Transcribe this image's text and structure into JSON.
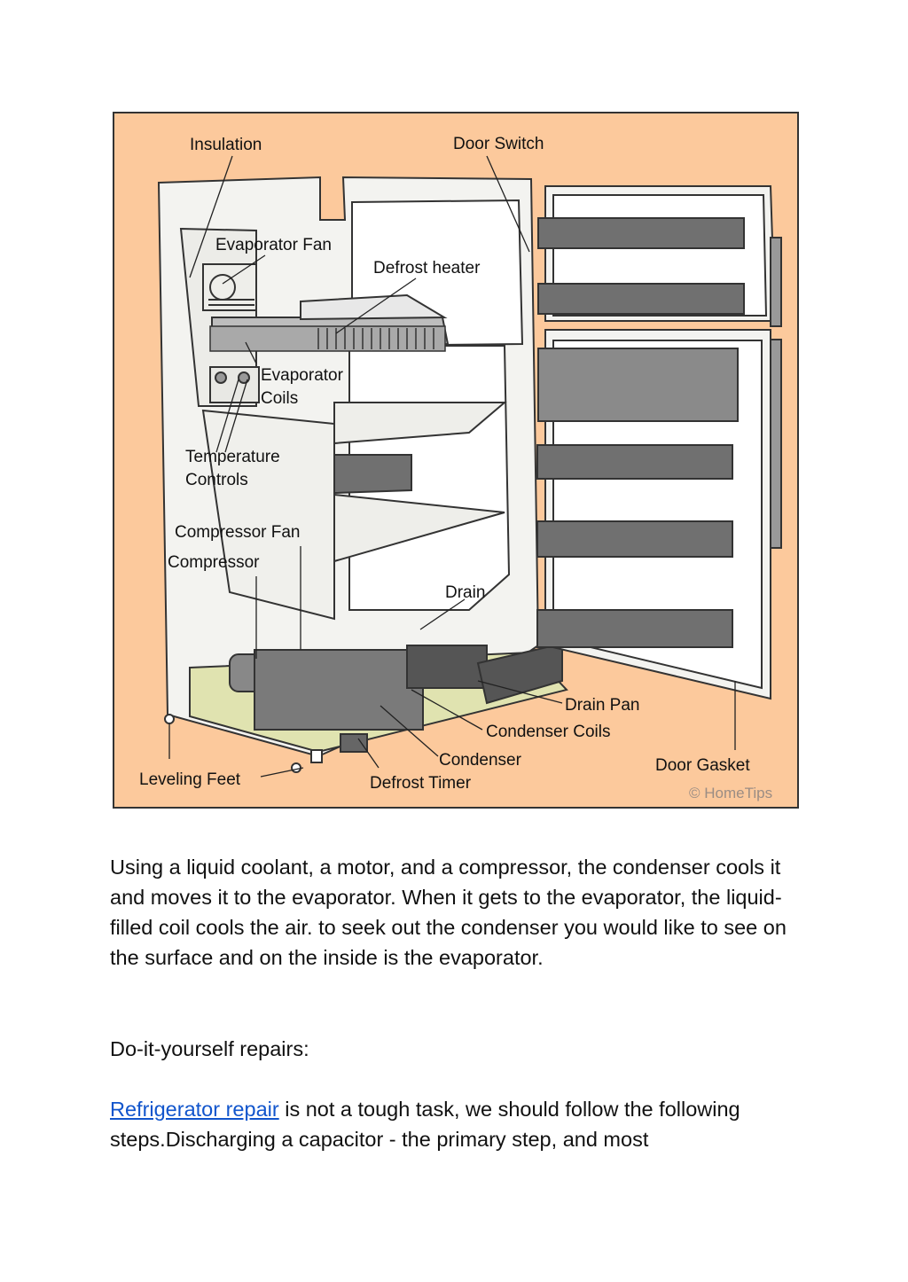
{
  "figure": {
    "labels": {
      "insulation": "Insulation",
      "door_switch": "Door Switch",
      "evaporator_fan": "Evaporator Fan",
      "defrost_heater": "Defrost heater",
      "evaporator_coils_1": "Evaporator",
      "evaporator_coils_2": "Coils",
      "temperature_controls_1": "Temperature",
      "temperature_controls_2": "Controls",
      "compressor_fan": "Compressor Fan",
      "compressor": "Compressor",
      "drain": "Drain",
      "drain_pan": "Drain Pan",
      "condenser_coils": "Condenser Coils",
      "condenser": "Condenser",
      "door_gasket": "Door Gasket",
      "leveling_feet": "Leveling Feet",
      "defrost_timer": "Defrost Timer"
    },
    "copyright": "© HomeTips",
    "colors": {
      "background": "#fcc99c",
      "cabinet": "#f3f3f0",
      "shelf_dark": "#707070",
      "base_pad": "#e0e3b0"
    }
  },
  "paragraphs": {
    "p1": "Using a liquid coolant, a motor, and a compressor, the condenser cools it and moves it to the evaporator. When it gets to the evaporator, the liquid-filled coil cools the air. to seek out the condenser you would like to see on the surface and on the inside is the evaporator.",
    "p2": "Do-it-yourself repairs:",
    "p3_link": "Refrigerator  repair",
    "p3_rest": " is not a tough task, we should follow the following steps.Discharging a capacitor - the primary step, and most"
  }
}
